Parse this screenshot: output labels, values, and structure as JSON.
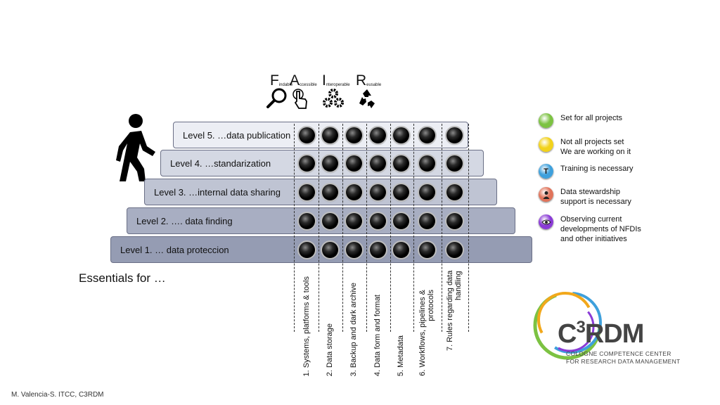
{
  "fair": [
    {
      "letter": "F",
      "word": "indable",
      "icon": "magnifier-icon"
    },
    {
      "letter": "A",
      "word": "ccessible",
      "icon": "pointing-hand-icon"
    },
    {
      "letter": "I",
      "word": "nteroperable",
      "icon": "gears-icon"
    },
    {
      "letter": "R",
      "word": "eusable",
      "icon": "recycle-icon"
    }
  ],
  "levels": [
    {
      "label": "Level 5. …data publication",
      "color": "#eceef4"
    },
    {
      "label": "Level 4. …standarization",
      "color": "#d4d8e3"
    },
    {
      "label": "Level 3. …internal data sharing",
      "color": "#bfc4d3"
    },
    {
      "label": "Level 2. …. data finding",
      "color": "#a8aec2"
    },
    {
      "label": "Level 1. … data proteccion",
      "color": "#959cb3"
    }
  ],
  "essentials_label": "Essentials for …",
  "columns": [
    "1. Systems, platforms & tools",
    "2. Data storage",
    "3. Backup and dark archive",
    "4. Data form and format",
    "5. Metadata",
    "6. Workflows, pipelines &\nprotocols",
    "7. Rules regarding data handling"
  ],
  "legend": [
    {
      "text": "Set for all projects",
      "color": "#7cc242",
      "icon": "green-dot-icon",
      "glyph": ""
    },
    {
      "text": "Not all projects set\nWe are working on it",
      "color": "#f2d21b",
      "icon": "yellow-dot-icon",
      "glyph": ""
    },
    {
      "text": "Training is necessary",
      "color": "#3ea0dc",
      "icon": "training-t-icon",
      "glyph": "T"
    },
    {
      "text": "Data stewardship\nsupport is necessary",
      "color": "#e0735a",
      "icon": "steward-person-icon",
      "glyph": ""
    },
    {
      "text": "Observing current\ndevelopments of NFDIs\nand other initiatives",
      "color": "#8a3bd6",
      "icon": "eye-icon",
      "glyph": ""
    }
  ],
  "logo": {
    "name": "C3RDM",
    "line1": "COLOGNE COMPETENCE CENTER",
    "line2": "FOR RESEARCH DATA MANAGEMENT"
  },
  "footer": "M. Valencia-S.  ITCC, C3RDM",
  "colors": {
    "dot": "#000000",
    "divider": "#333333"
  }
}
